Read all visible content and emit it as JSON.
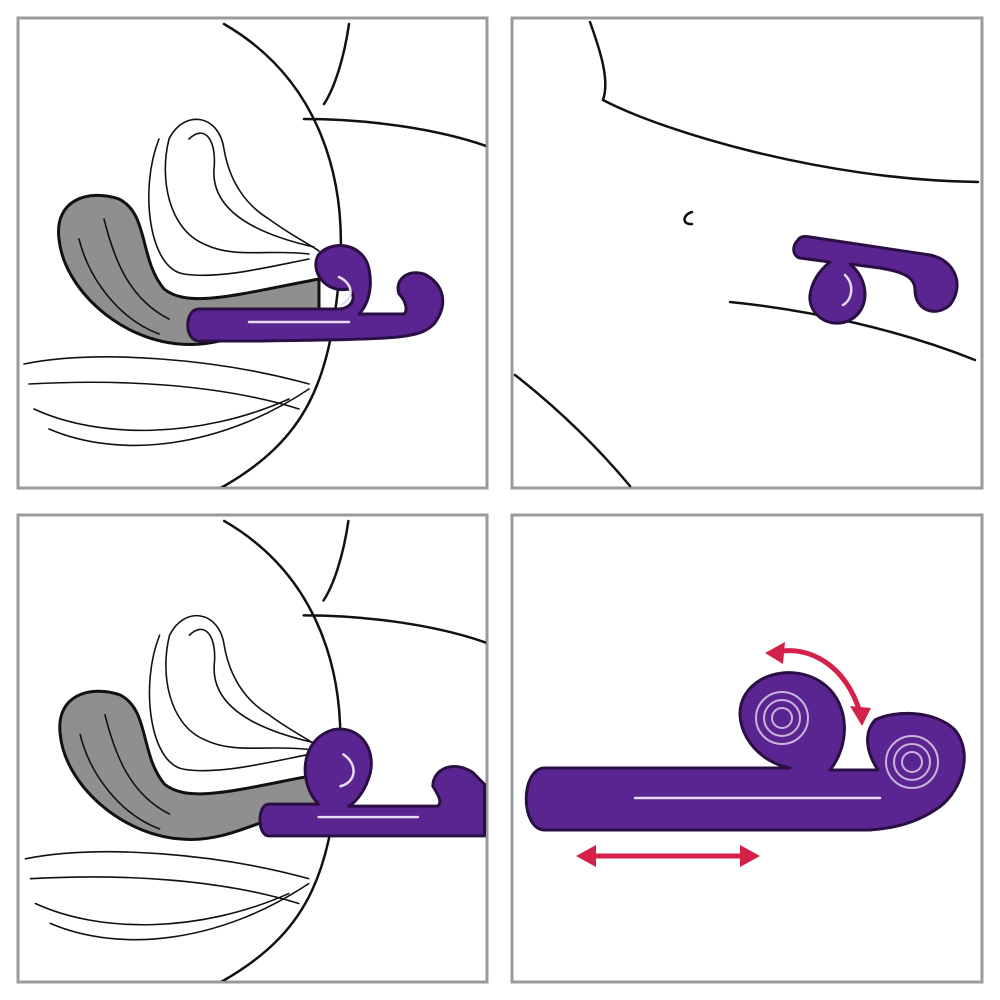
{
  "colors": {
    "device": "#5b2591",
    "device_outline": "#2a0f45",
    "organ_gray": "#8f8f8f",
    "arrow_red": "#d4214a",
    "frame_gray": "#9a9a9a"
  },
  "panels": [
    {
      "id": "internal-side-view-1"
    },
    {
      "id": "external-front-view"
    },
    {
      "id": "internal-side-view-2"
    },
    {
      "id": "device-motion-view"
    }
  ]
}
